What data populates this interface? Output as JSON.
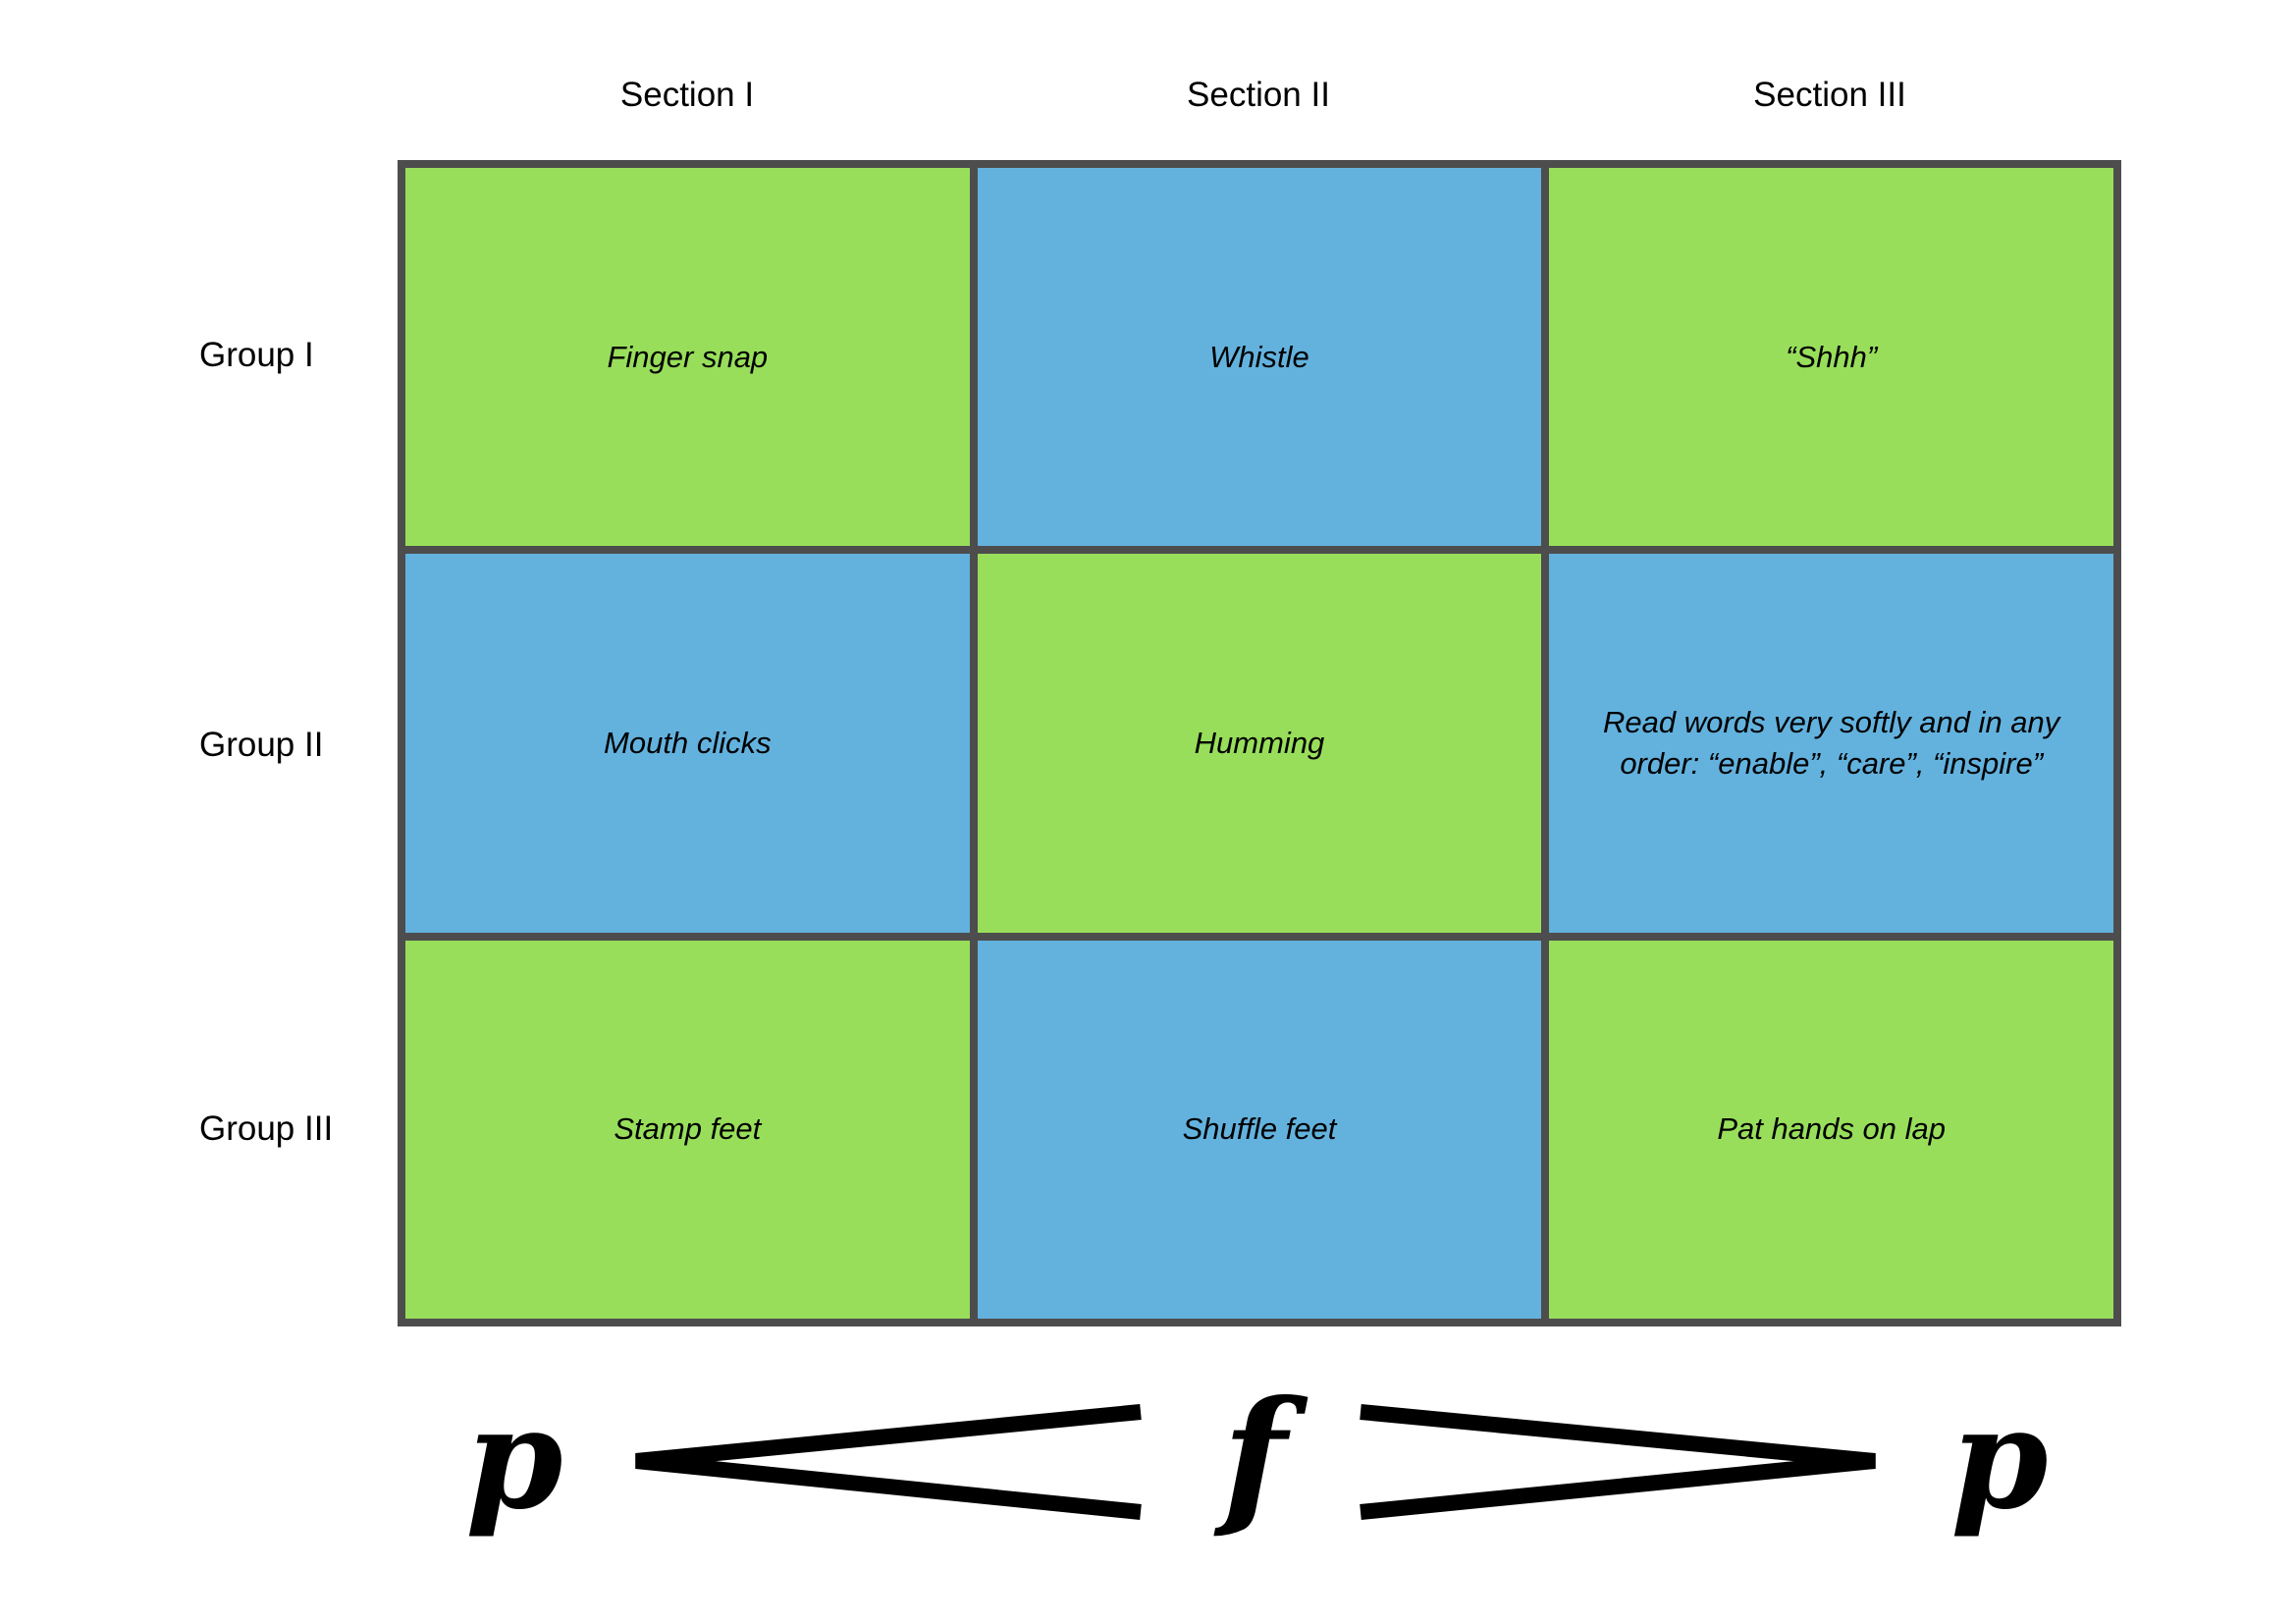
{
  "table": {
    "col_headers": [
      "Section I",
      "Section II",
      "Section III"
    ],
    "row_headers": [
      "Group I",
      "Group II",
      "Group III"
    ],
    "cells": [
      [
        "Finger snap",
        "Whistle",
        "“Shhh”"
      ],
      [
        "Mouth clicks",
        "Humming",
        "Read words very softly and in any order: “enable”, “care”, “inspire”"
      ],
      [
        "Stamp feet",
        "Shuffle feet",
        "Pat hands on lap"
      ]
    ],
    "cell_colors": [
      [
        "green",
        "blue",
        "green"
      ],
      [
        "blue",
        "green",
        "blue"
      ],
      [
        "green",
        "blue",
        "green"
      ]
    ]
  },
  "dynamics": {
    "start": "p",
    "middle": "f",
    "end": "p",
    "crescendo_symbol": "<",
    "decrescendo_symbol": ">"
  },
  "colors": {
    "green": "#98DE5B",
    "blue": "#63B2DE",
    "border": "#4D4D4D",
    "text": "#000000"
  }
}
